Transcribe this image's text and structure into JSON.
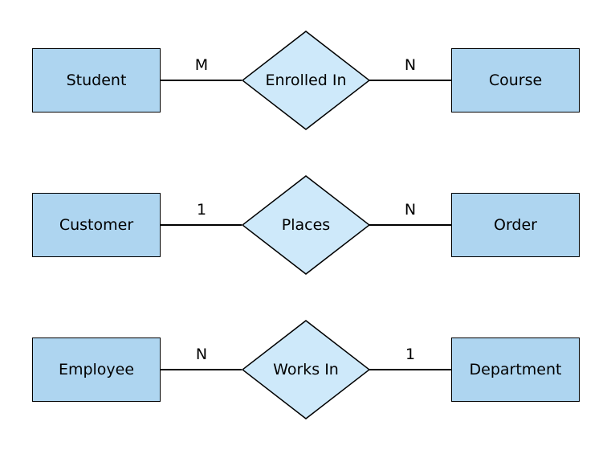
{
  "diagram": {
    "colors": {
      "background": "#FFFFFF",
      "entity_fill": "#AED5F0",
      "relationship_fill": "#CEE9FA",
      "stroke": "#000000",
      "text": "#000000"
    },
    "rows": [
      {
        "left_entity": "Student",
        "left_cardinality": "M",
        "relationship": "Enrolled In",
        "right_cardinality": "N",
        "right_entity": "Course"
      },
      {
        "left_entity": "Customer",
        "left_cardinality": "1",
        "relationship": "Places",
        "right_cardinality": "N",
        "right_entity": "Order"
      },
      {
        "left_entity": "Employee",
        "left_cardinality": "N",
        "relationship": "Works In",
        "right_cardinality": "1",
        "right_entity": "Department"
      }
    ]
  }
}
